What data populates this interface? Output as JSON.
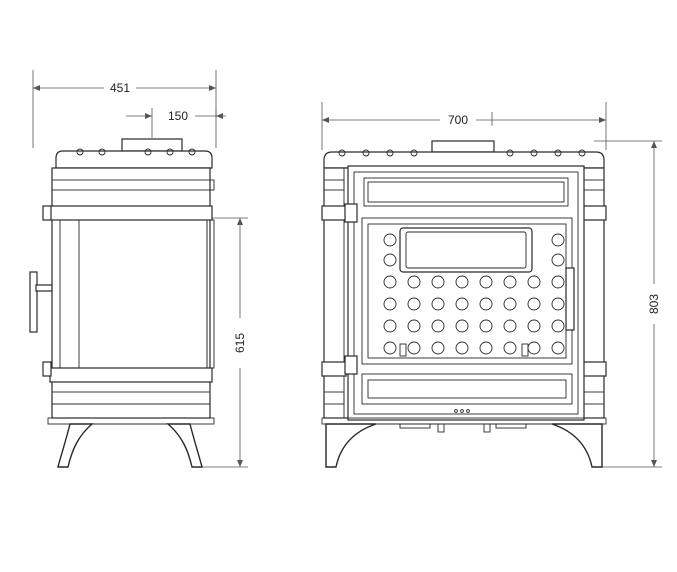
{
  "dimensions": {
    "side_width": "451",
    "flue_offset": "150",
    "side_leg_height": "615",
    "front_width": "700",
    "front_height": "803"
  }
}
